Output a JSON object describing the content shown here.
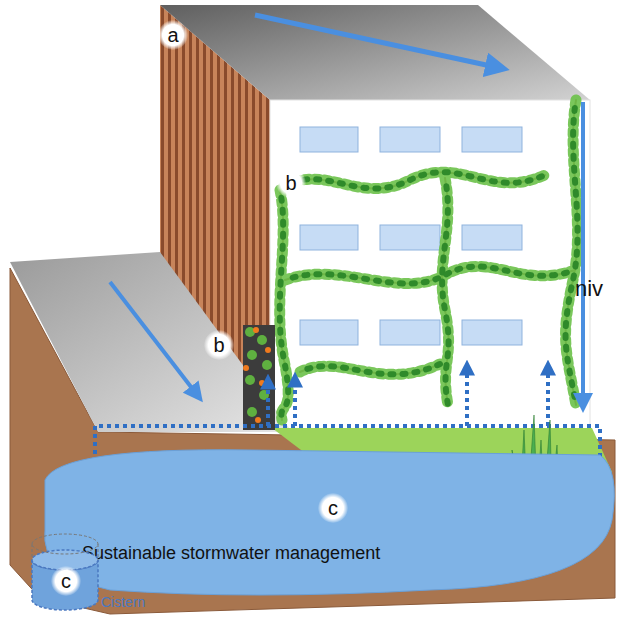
{
  "diagram": {
    "nodes": [
      {
        "text": [
          "c",
          "Sustainable stormwater management"
        ]
      },
      {
        "text": [
          "c",
          "Cistern"
        ]
      }
    ],
    "labels": [
      "a",
      "b",
      "b",
      "niv"
    ]
  }
}
